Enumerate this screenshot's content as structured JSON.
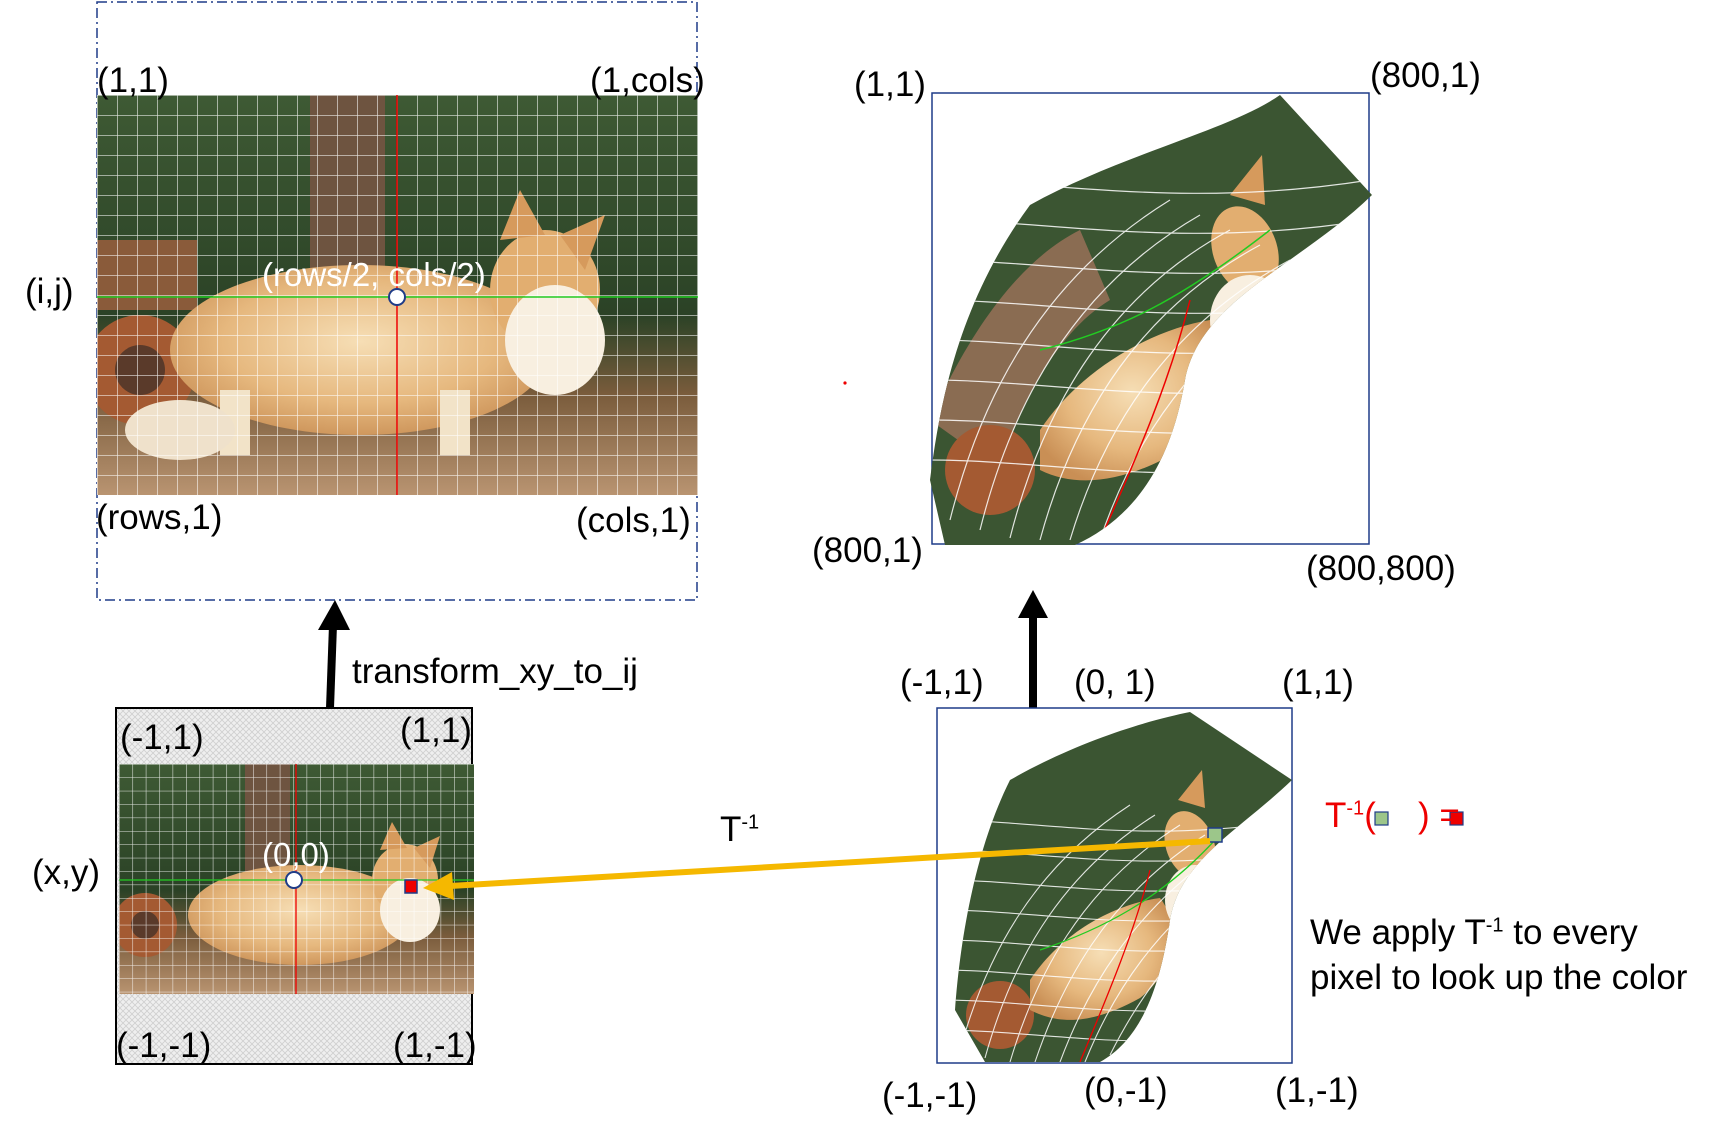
{
  "top_left": {
    "corner_tl": "(1,1)",
    "corner_tr": "(1,cols)",
    "corner_bl": "(rows,1)",
    "corner_br": "(cols,1)",
    "side_label": "(i,j)",
    "center_label": "(rows/2, cols/2)"
  },
  "top_right": {
    "corner_tl": "(1,1)",
    "corner_tr": "(800,1)",
    "corner_bl": "(800,1)",
    "corner_br": "(800,800)"
  },
  "bottom_left": {
    "corner_tl": "(-1,1)",
    "corner_tr": "(1,1)",
    "corner_bl": "(-1,-1)",
    "corner_br": "(1,-1)",
    "side_label": "(x,y)",
    "center_label": "(0,0)"
  },
  "bottom_right": {
    "corner_tl": "(-1,1)",
    "top_mid": "(0, 1)",
    "corner_tr": "(1,1)",
    "corner_bl": "(-1,-1)",
    "bottom_mid": "(0,-1)",
    "corner_br": "(1,-1)"
  },
  "arrows": {
    "up_left_label": "transform_xy_to_ij",
    "inverse_label_base": "T",
    "inverse_label_sup": "-1"
  },
  "formula": {
    "base": "T",
    "sup": "-1",
    "open": "(",
    "close": ")",
    "equals": "="
  },
  "note": {
    "line1_a": "We apply T",
    "line1_sup": "-1",
    "line1_b": " to every",
    "line2": "pixel to look up the color"
  },
  "colors": {
    "grid": "#ffffff",
    "accent_red": "#ee0000",
    "arrow_orange": "#f5b800",
    "frame_blue": "#1f3c88",
    "marker_green": "#9cc68a"
  }
}
